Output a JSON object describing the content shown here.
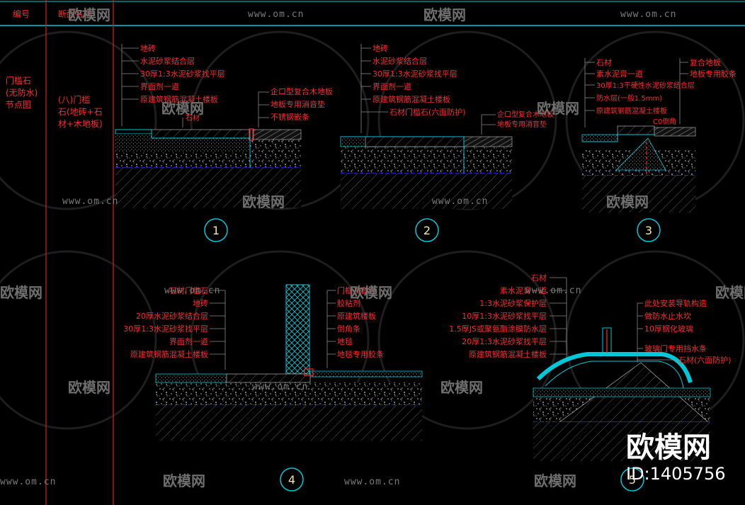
{
  "header": {
    "col1": "编号",
    "col2": "断面名称"
  },
  "row": {
    "left_label": [
      "门槛石",
      "(无防水)",
      "节点图"
    ],
    "type_label": [
      "(八)门槛",
      "石(地砖+石",
      "材+木地板)"
    ]
  },
  "details": [
    {
      "number": "1",
      "left_labels": [
        "地砖",
        "水泥砂浆结合层",
        "30厚1:3水泥砂浆找平层",
        "界面剂一道",
        "原建筑钢筋混凝土楼板"
      ],
      "right_labels": [
        "企口型复合木地板",
        "地板专用消音垫",
        "不锈钢嵌条"
      ],
      "extra_labels": [
        "石材"
      ]
    },
    {
      "number": "2",
      "left_labels": [
        "地砖",
        "水泥砂浆结合层",
        "30厚1:3水泥砂浆找平层",
        "界面剂一道",
        "原建筑钢筋混凝土楼板",
        "石材门槛石(六面防护)"
      ],
      "right_labels": [
        "企口型复合木地板",
        "地板专用消音垫"
      ],
      "extra_labels": []
    },
    {
      "number": "3",
      "left_labels": [
        "石材",
        "素水泥膏一道",
        "30厚1:3干硬性水泥砂浆结合层",
        "防水层(一般1.5mm)",
        "原建筑钢筋混凝土楼板"
      ],
      "right_labels": [
        "复合地板",
        "地板专用胶条"
      ],
      "extra_labels": [
        "C0倒角"
      ]
    },
    {
      "number": "4",
      "left_labels": [
        "石材门槛石",
        "地砖",
        "20厚水泥砂浆结合层",
        "30厚1:3水泥砂浆找平层",
        "界面剂一道",
        "原建筑钢筋混凝土楼板"
      ],
      "right_labels": [
        "门框及套线",
        "胶粘剂",
        "原建筑楼板",
        "倒角条",
        "地毯",
        "地毯专用胶条"
      ],
      "extra_labels": []
    },
    {
      "number": "5",
      "left_labels": [
        "石材",
        "素水泥膏一道",
        "1:3水泥砂浆保护层",
        "10厚1:3水泥砂浆找平层",
        "1.5厚JS或聚氨酯涂膜防水层",
        "20厚1:3水泥砂浆找平层",
        "原建筑钢筋混凝土楼板"
      ],
      "right_labels": [
        "此处安装导轨构造",
        "做防水止水坎",
        "10厚钢化玻璃",
        "玻璃门专用挡水条",
        "石材(六面防护)"
      ],
      "extra_labels": []
    }
  ],
  "watermarks": {
    "site": "www.om.cn",
    "brand": "欧模网"
  },
  "corner_logo": {
    "brand": "欧模网",
    "id_text": "ID:1405756"
  },
  "colors": {
    "background": "#000000",
    "text_red": "#ff2a2a",
    "cyan_line": "#00c8d8",
    "blue_line": "#2a2aff",
    "number_circle": "#00c8d8",
    "number_text": "#f5e7a0"
  }
}
